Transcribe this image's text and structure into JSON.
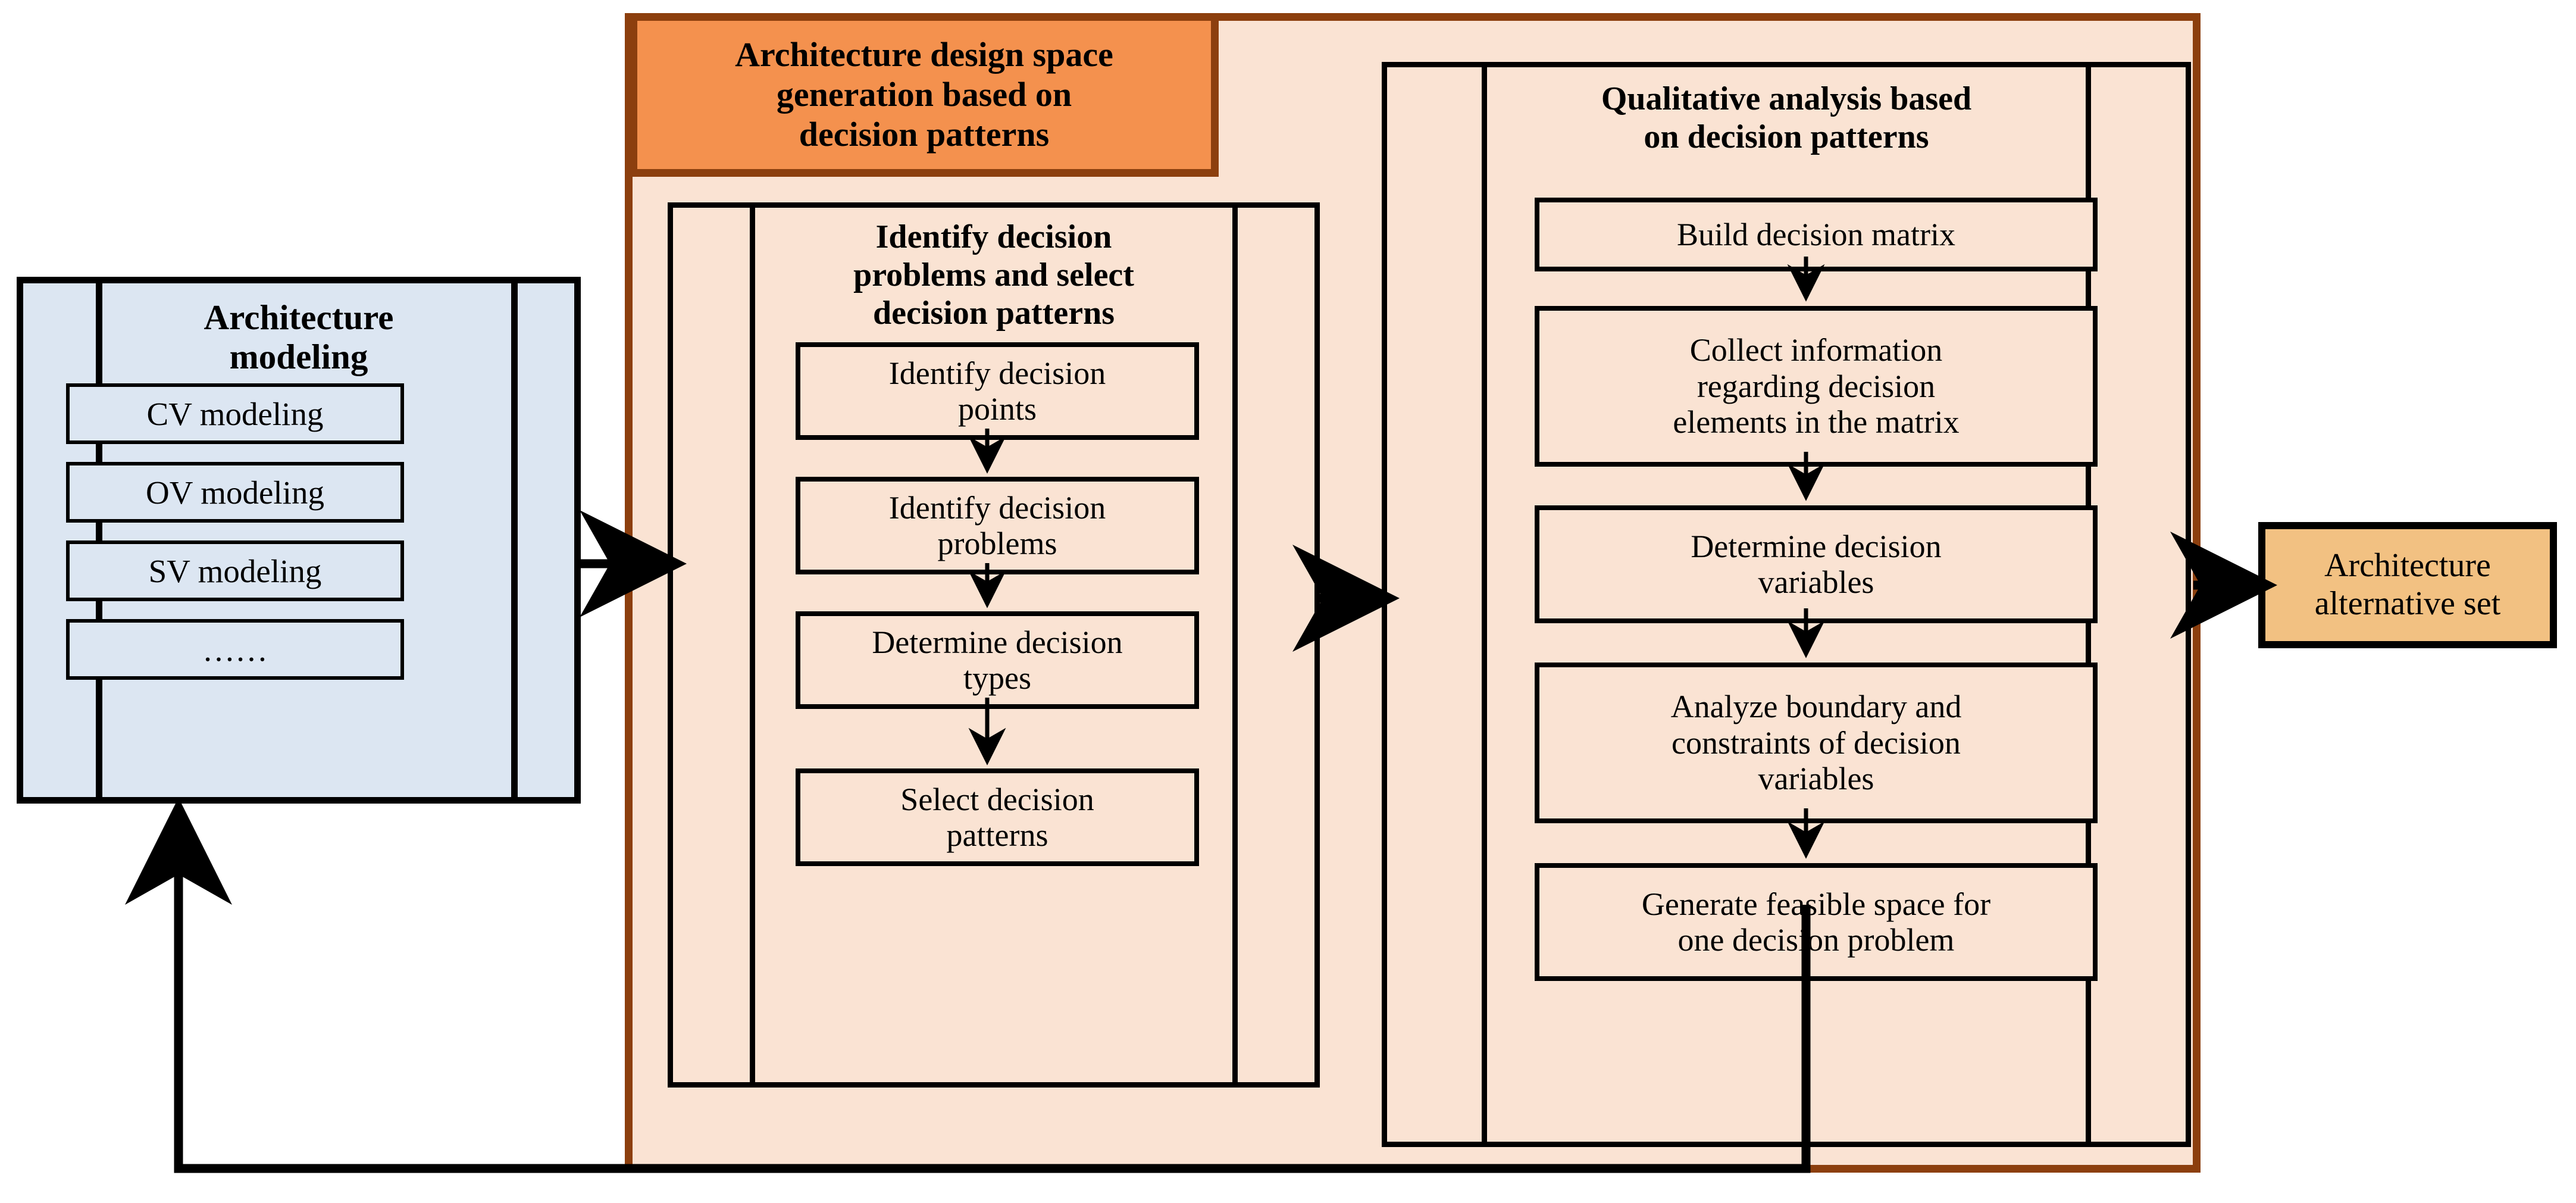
{
  "colors": {
    "blue_panel_fill": "#dce6f2",
    "peach_fill": "#fae3d3",
    "orange_badge_fill": "#f4914e",
    "brown_border": "#8c3f0e",
    "tan_result_fill": "#f2c182",
    "line": "#000000"
  },
  "left_panel": {
    "title": "Architecture\nmodeling",
    "title_line1": "Architecture",
    "title_line2": "modeling",
    "items": [
      {
        "label": "CV modeling"
      },
      {
        "label": "OV modeling"
      },
      {
        "label": "SV modeling"
      },
      {
        "label": "……"
      }
    ]
  },
  "container": {
    "badge_title": "Architecture design space generation  based on decision patterns",
    "badge_lines": [
      "Architecture design space",
      "generation  based on",
      "decision patterns"
    ]
  },
  "sections": [
    {
      "id": "identify-decision-problems",
      "title": "Identify decision problems and select decision patterns",
      "title_lines": [
        "Identify decision",
        "problems and select",
        "decision patterns"
      ],
      "steps": [
        {
          "label": "Identify decision points",
          "lines": [
            "Identify decision",
            "points"
          ]
        },
        {
          "label": "Identify decision problems",
          "lines": [
            "Identify decision",
            "problems"
          ]
        },
        {
          "label": "Determine decision types",
          "lines": [
            "Determine decision",
            "types"
          ]
        },
        {
          "label": "Select decision patterns",
          "lines": [
            "Select decision",
            "patterns"
          ]
        }
      ]
    },
    {
      "id": "qualitative-analysis",
      "title": "Qualitative analysis based on decision patterns",
      "title_lines": [
        "Qualitative analysis based",
        "on decision patterns"
      ],
      "steps": [
        {
          "label": "Build decision matrix",
          "lines": [
            "Build decision matrix"
          ]
        },
        {
          "label": "Collect information regarding decision elements in the matrix",
          "lines": [
            "Collect information",
            "regarding decision",
            "elements in the matrix"
          ]
        },
        {
          "label": "Determine decision variables",
          "lines": [
            "Determine decision",
            "variables"
          ]
        },
        {
          "label": "Analyze boundary and constraints of decision variables",
          "lines": [
            "Analyze boundary and",
            "constraints of decision",
            "variables"
          ]
        },
        {
          "label": "Generate feasible space for one decision problem",
          "lines": [
            "Generate feasible space for",
            "one decision problem"
          ]
        }
      ]
    }
  ],
  "result": {
    "label": "Architecture alternative set",
    "line1": "Architecture",
    "line2": "alternative set"
  },
  "connectors": [
    {
      "name": "modeling-to-container",
      "type": "arrow-right"
    },
    {
      "name": "identify-to-qualitative",
      "type": "arrow-right"
    },
    {
      "name": "container-to-result",
      "type": "arrow-right"
    },
    {
      "name": "feedback-loop",
      "type": "arrow-up"
    }
  ]
}
